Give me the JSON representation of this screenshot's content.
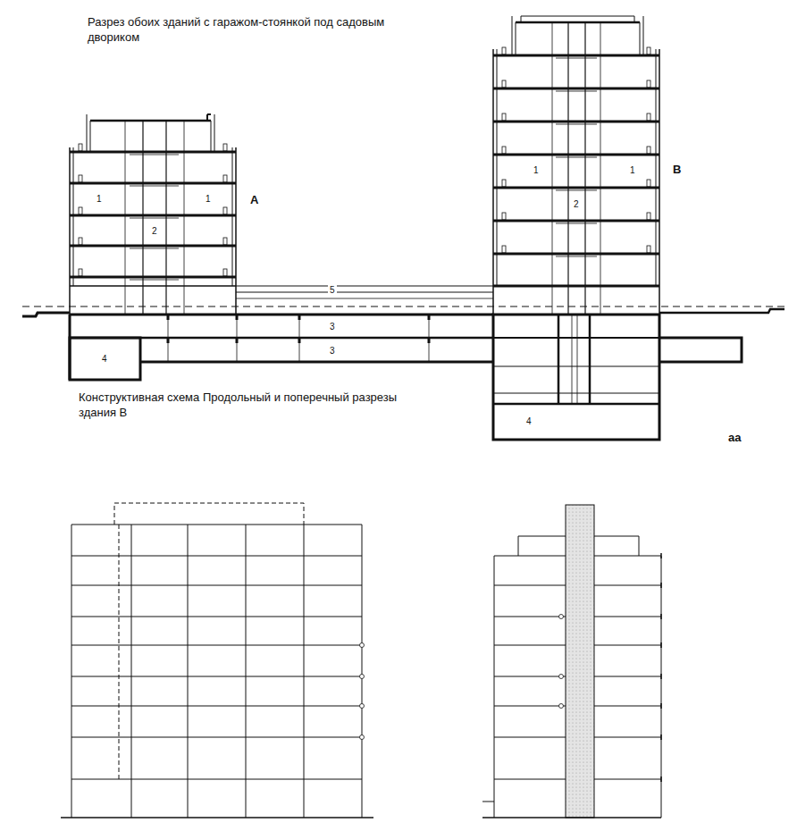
{
  "diagram": {
    "title": "Разрез обоих зданий с гаражом-стоянкой под садовым двориком",
    "labels": [
      "1",
      "1",
      "A",
      "2",
      "1",
      "1",
      "B",
      "2",
      "5",
      "3",
      "3",
      "4",
      "4",
      "Конструктивная схема Продольный и поперечный разрезы здания В",
      "аа"
    ]
  }
}
